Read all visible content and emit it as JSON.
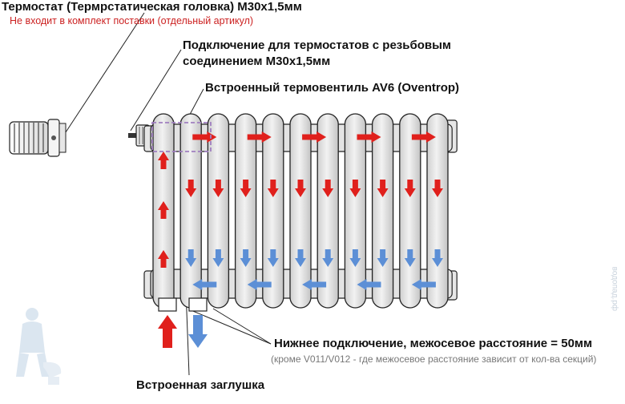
{
  "labels": {
    "thermostat_title": "Термостат (Термрстатическая головка) М30х1,5мм",
    "thermostat_note": "Не входит в комплект поставки (отдельный артикул)",
    "connection_line1": "Подключение для термостатов с резьбовым",
    "connection_line2": "соединением М30х1,5мм",
    "valve": "Встроенный термовентиль AV6 (Oventrop)",
    "bottom_connection": "Нижнее подключение, межосевое расстояние = 50мм",
    "bottom_note": "(кроме V011/V012 - где межосевое расстояние зависит от кол-ва секций)",
    "plug": "Встроенная заглушка",
    "watermark": "водопад.рф"
  },
  "radiator": {
    "sections": 11
  },
  "colors": {
    "hot": "#e0201c",
    "cold": "#5c8fd6",
    "valve_box": "#a07fc0",
    "radiator_fill": "#e3e3e3",
    "outline": "#222222",
    "note": "#cc2222"
  },
  "icons": {
    "thermostat": "thermostat-head-icon",
    "mascot": "plumber-mascot-icon"
  }
}
